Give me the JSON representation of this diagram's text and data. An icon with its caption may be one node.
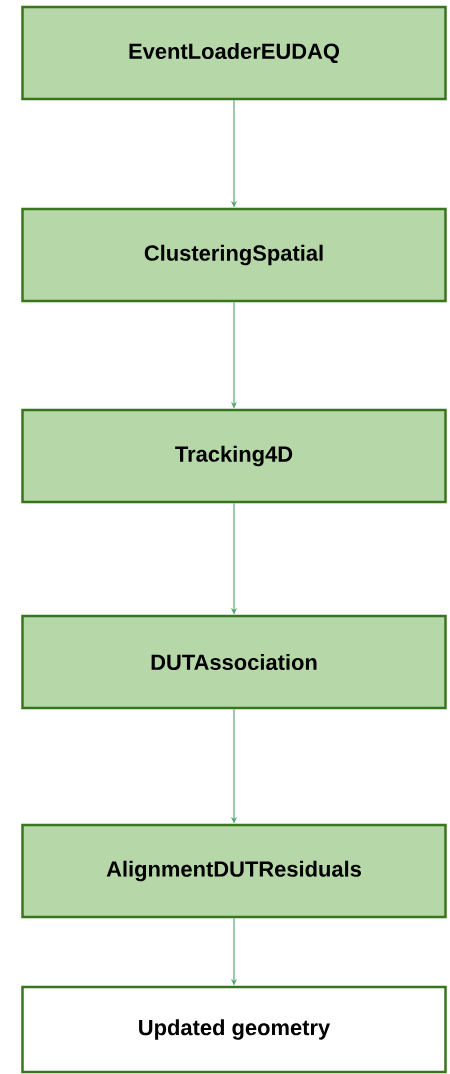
{
  "diagram": {
    "nodes": [
      {
        "text": [
          "EventLoaderEUDAQ"
        ]
      },
      {
        "text": [
          "ClusteringSpatial"
        ]
      },
      {
        "text": [
          "Tracking4D"
        ]
      },
      {
        "text": [
          "DUTAssociation"
        ]
      },
      {
        "text": [
          "AlignmentDUTResiduals"
        ]
      },
      {
        "text": [
          "Updated geometry"
        ]
      }
    ],
    "edges": [
      {
        "from": 0,
        "to": 1,
        "arrow": "to"
      },
      {
        "from": 1,
        "to": 2,
        "arrow": "to"
      },
      {
        "from": 2,
        "to": 3,
        "arrow": "to"
      },
      {
        "from": 3,
        "to": 4,
        "arrow": "to"
      },
      {
        "from": 4,
        "to": 5,
        "arrow": "to"
      }
    ]
  }
}
